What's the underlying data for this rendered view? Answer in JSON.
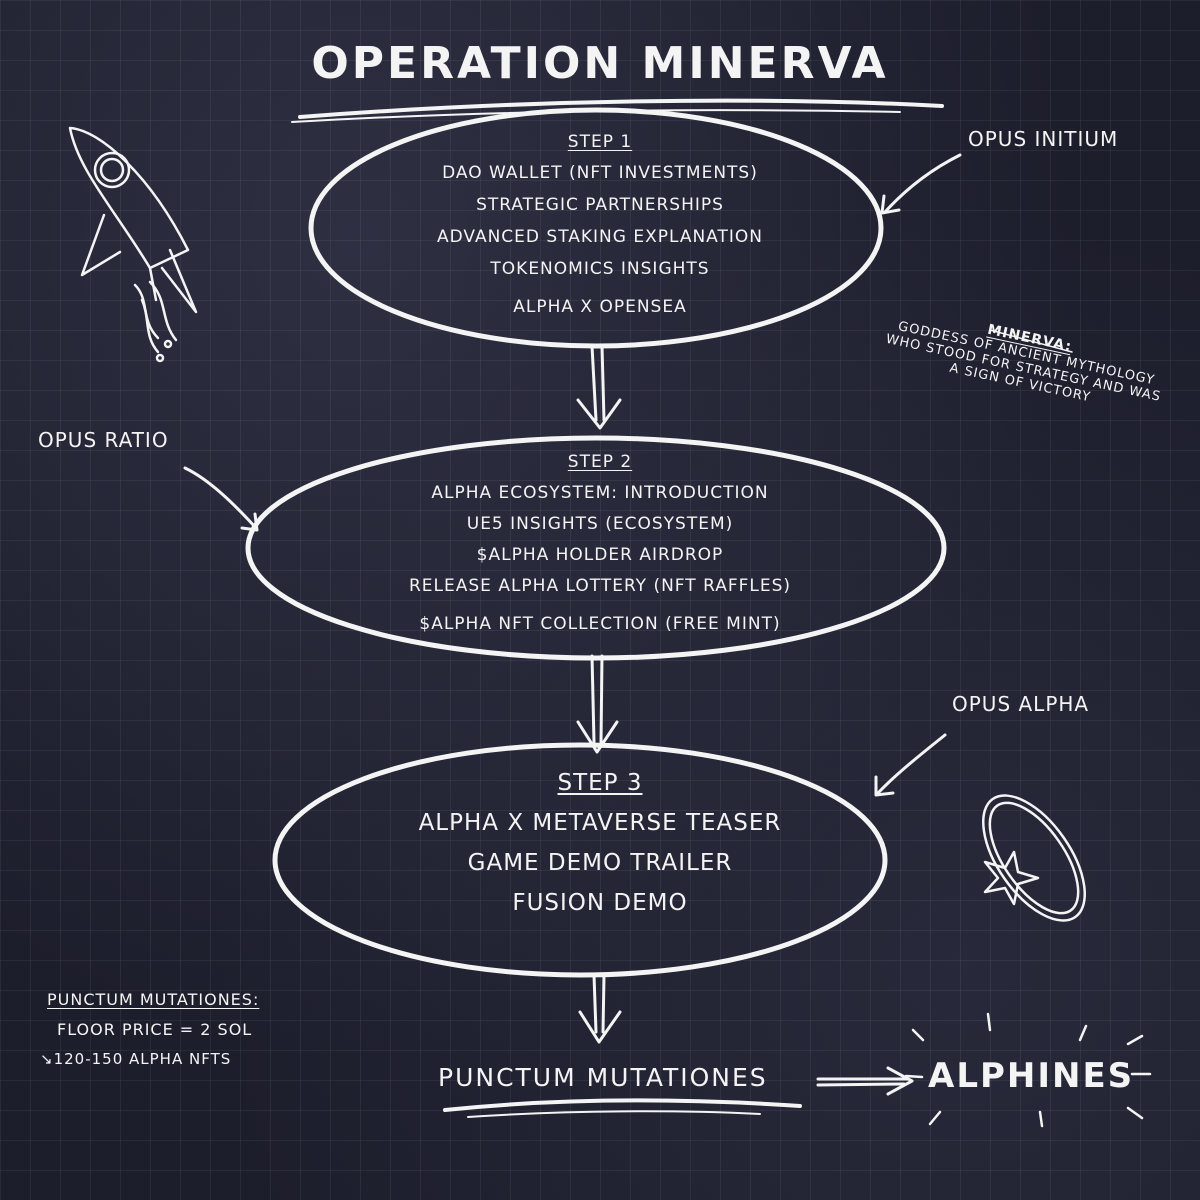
{
  "title": "OPERATION MINERVA",
  "step1": {
    "heading": "STEP 1",
    "items": [
      "DAO WALLET (NFT INVESTMENTS)",
      "STRATEGIC PARTNERSHIPS",
      "ADVANCED STAKING EXPLANATION",
      "TOKENOMICS INSIGHTS",
      "ALPHA X OPENSEA"
    ]
  },
  "step2": {
    "heading": "STEP 2",
    "items": [
      "ALPHA ECOSYSTEM: INTRODUCTION",
      "UE5 INSIGHTS (ECOSYSTEM)",
      "$ALPHA HOLDER AIRDROP",
      "RELEASE ALPHA LOTTERY (NFT RAFFLES)",
      "$ALPHA NFT COLLECTION (FREE MINT)"
    ]
  },
  "step3": {
    "heading": "STEP 3",
    "items": [
      "ALPHA X METAVERSE TEASER",
      "GAME DEMO TRAILER",
      "FUSION DEMO"
    ]
  },
  "labels": {
    "opus_initium": "OPUS INITIUM",
    "opus_ratio": "OPUS RATIO",
    "opus_alpha": "OPUS ALPHA"
  },
  "minerva_note": {
    "heading": "MINERVA:",
    "lines": [
      "GODDESS OF ANCIENT MYTHOLOGY",
      "WHO STOOD FOR STRATEGY AND WAS",
      "A SIGN OF VICTORY"
    ]
  },
  "punctum_note": {
    "heading": "PUNCTUM MUTATIONES:",
    "line1": "FLOOR PRICE = 2 SOL",
    "line2": "120-150 ALPHA NFTS"
  },
  "final": {
    "milestone": "PUNCTUM MUTATIONES",
    "result": "ALPHINES"
  },
  "icons": [
    "rocket-icon",
    "ring-star-icon",
    "burst-icon"
  ],
  "colors": {
    "background": "#1d1e2c",
    "chalk": "#f4f4f4",
    "grid": "#2c2e40"
  }
}
